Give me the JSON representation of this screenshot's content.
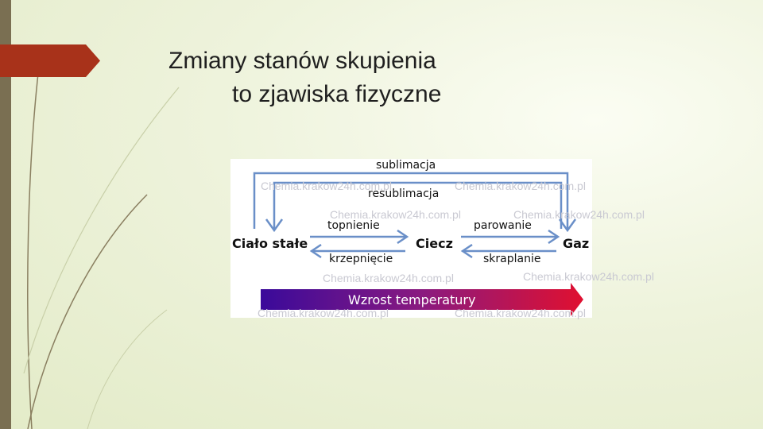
{
  "slide": {
    "title_line1": "Zmiany stanów skupienia",
    "title_line2": "to zjawiska fizyczne"
  },
  "diagram": {
    "states": {
      "solid": "Ciało stałe",
      "liquid": "Ciecz",
      "gas": "Gaz"
    },
    "transitions": {
      "sublimation": "sublimacja",
      "resublimation": "resublimacja",
      "melting": "topnienie",
      "evaporation": "parowanie",
      "freezing": "krzepnięcie",
      "condensation": "skraplanie"
    },
    "temperature_label": "Wzrost temperatury",
    "watermark": "Chemia.krakow24h.com.pl",
    "colors": {
      "arrow": "#6a8fc8",
      "gradient_start": "#3a0a9a",
      "gradient_end": "#e01030"
    }
  }
}
